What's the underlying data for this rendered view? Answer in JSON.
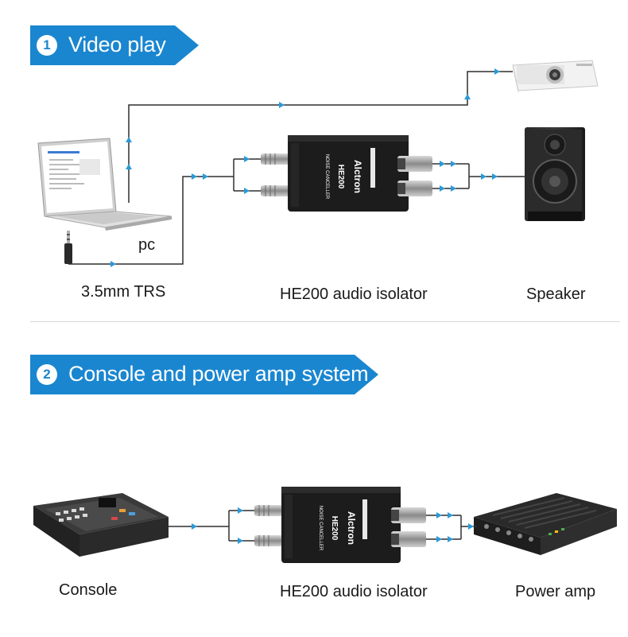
{
  "section1": {
    "number": "1",
    "title": "Video play",
    "labels": {
      "pc": "pc",
      "cable": "3.5mm TRS",
      "isolator": "HE200 audio isolator",
      "speaker": "Speaker"
    }
  },
  "section2": {
    "number": "2",
    "title": "Console and power amp system",
    "labels": {
      "console": "Console",
      "isolator": "HE200 audio isolator",
      "amp": "Power amp"
    }
  },
  "device": {
    "brand": "Alctron",
    "model": "HE200",
    "subtitle": "NOISE CANCELLER"
  },
  "colors": {
    "accent": "#1a86d0",
    "arrow": "#2a9ad8",
    "device_body": "#1c1c1c"
  }
}
